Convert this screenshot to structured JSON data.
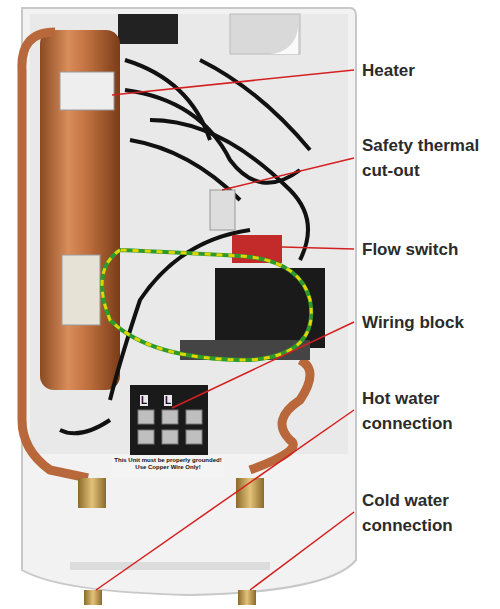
{
  "diagram": {
    "labels": [
      "Heater",
      "Safety thermal cut-out",
      "Flow switch",
      "Wiring block",
      "Hot water connection",
      "Cold water connection",
      "L",
      "L",
      "This Unit must be properly grounded! Use Copper Wire Only!"
    ]
  }
}
